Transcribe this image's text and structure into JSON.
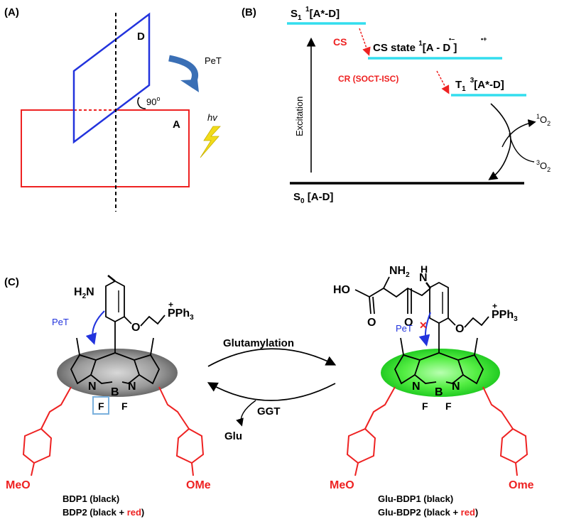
{
  "panels": {
    "a": {
      "label": "(A)",
      "donor": "D",
      "acceptor": "A",
      "pet": "PeT",
      "angle": "90",
      "angle_sup": "o",
      "hv": "hv"
    },
    "b": {
      "label": "(B)",
      "s1": {
        "main": "S",
        "sub": "1",
        "sup": "1",
        "rest": "[A*-D]"
      },
      "cs": "CS",
      "cs_state": {
        "main": "CS state ",
        "sup": "1",
        "open": "[",
        "a": "A",
        "dash": " - ",
        "d": "D",
        "close": " ]",
        "dot_minus": "•–",
        "dot_plus": "•+"
      },
      "cr": "CR (SOCT-ISC)",
      "t1": {
        "main": "T",
        "sub": "1",
        "sup": "3",
        "rest": "[A*-D]"
      },
      "excitation": "Excitation",
      "o2_singlet": {
        "sup": "1",
        "main": "O",
        "sub": "2"
      },
      "o2_triplet": {
        "sup": "3",
        "main": "O",
        "sub": "2"
      },
      "s0": {
        "main": "S",
        "sub": "0",
        "rest": " [A-D]"
      }
    },
    "c": {
      "label": "(C)",
      "left": {
        "amine": "H",
        "amine_sub": "2",
        "amine_n": "N",
        "pet": "PeT",
        "o": "O",
        "p": "P",
        "plus": "+",
        "ph3": "Ph",
        "ph3_sub": "3",
        "n1": "N",
        "b": "B",
        "n2": "N",
        "f1": "F",
        "f2": "F",
        "minus": "-",
        "meo": "MeO",
        "ome": "OMe",
        "caption1": "BDP1  (black)",
        "caption2_pre": "BDP2  (black + ",
        "caption2_red": "red",
        "caption2_post": ")"
      },
      "right": {
        "ho": "HO",
        "nh2": "NH",
        "nh2_sub": "2",
        "o1": "O",
        "o2": "O",
        "nh": "N",
        "h": "H",
        "pet": "PeT",
        "cross": "✕",
        "o": "O",
        "p": "P",
        "plus": "+",
        "ph3": "Ph",
        "ph3_sub": "3",
        "n1": "N",
        "b": "B",
        "n2": "N",
        "f1": "F",
        "f2": "F",
        "meo": "MeO",
        "ome": "Ome",
        "caption1": "Glu-BDP1  (black)",
        "caption2_pre": "Glu-BDP2  (black + ",
        "caption2_red": "red",
        "caption2_post": ")"
      },
      "glutamylation": "Glutamylation",
      "ggt": "GGT",
      "glu": "Glu"
    }
  },
  "colors": {
    "blue": "#2233dd",
    "red": "#ee2222",
    "cyan": "#33ddee",
    "pet_arrow": "#3a6fb5",
    "lightning": "#f2dc1a",
    "gray_ellipse": "#777777",
    "green_ellipse": "#33dd33"
  }
}
